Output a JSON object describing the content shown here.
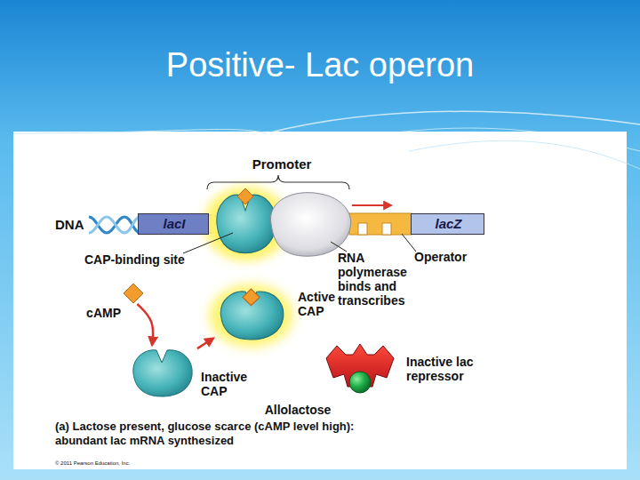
{
  "diagram": {
    "title": "Positive- Lac operon",
    "caption": "(a) Lactose present, glucose scarce (cAMP level high): abundant lac mRNA synthesized",
    "nodes": [
      {
        "text": [
          "lacI"
        ]
      },
      {
        "text": [
          "lacZ"
        ]
      },
      {
        "text": [
          "cAMP"
        ]
      },
      {
        "text": [
          "Active CAP"
        ]
      },
      {
        "text": [
          "Inactive CAP"
        ]
      },
      {
        "text": [
          "Inactive lac repressor"
        ]
      },
      {
        "text": [
          "Allolactose"
        ],
        "in": 5
      }
    ],
    "edges": [
      {
        "from": 2,
        "to": 4,
        "arrow": "to"
      },
      {
        "from": 4,
        "to": 3,
        "arrow": "to"
      }
    ],
    "labels": [
      "Promoter",
      "DNA",
      "CAP-binding site",
      "RNA polymerase binds and transcribes",
      "Operator",
      "© 2011 Pearson Education, Inc."
    ]
  }
}
